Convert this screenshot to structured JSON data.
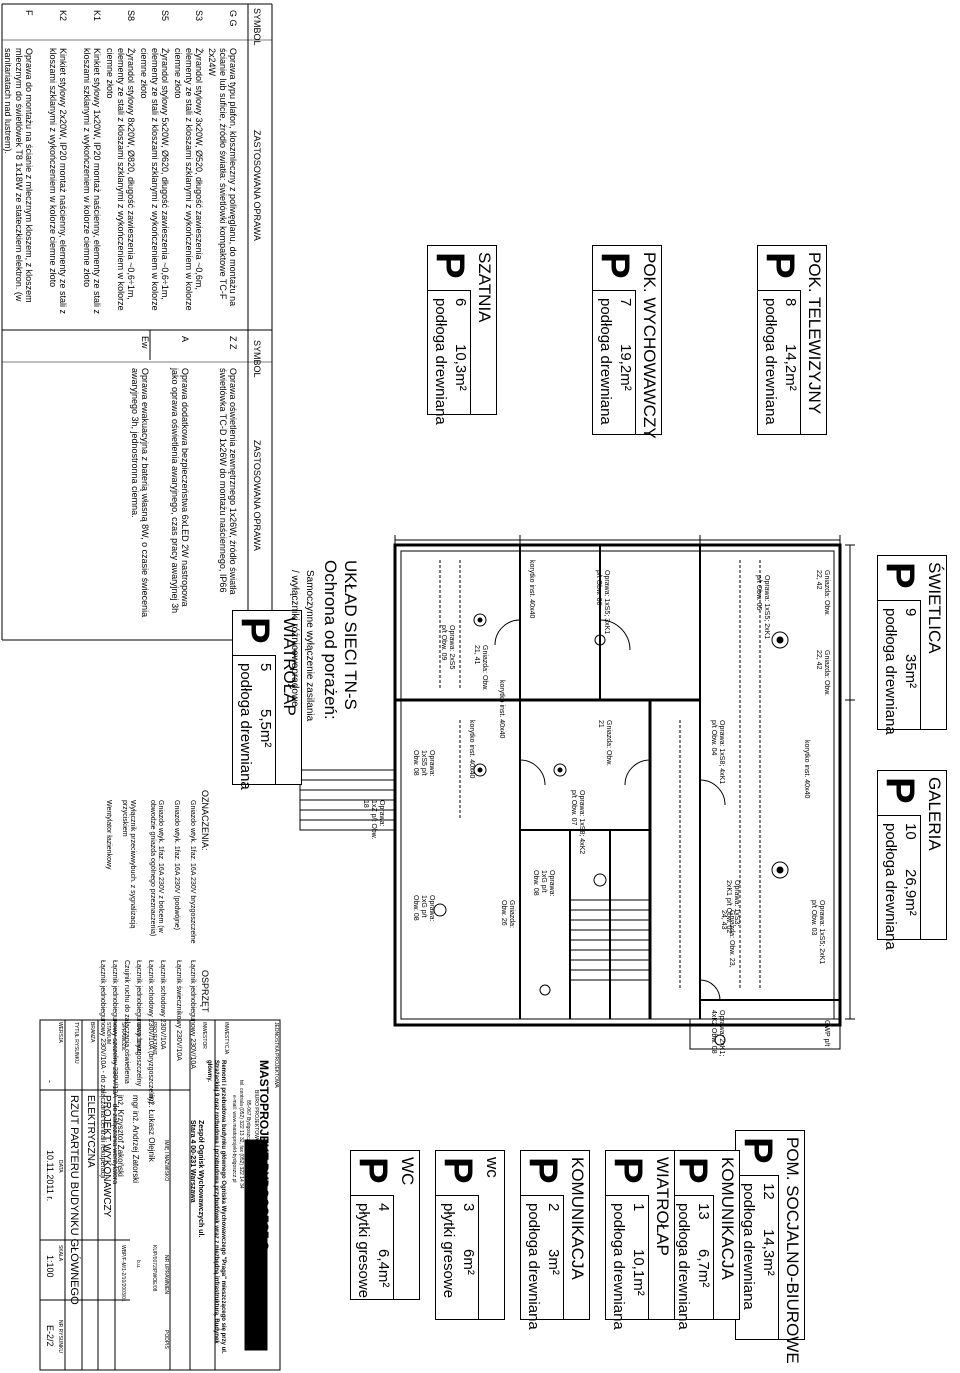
{
  "rooms": [
    {
      "name": "POK. TELEWIZYJNY",
      "number": "8",
      "area": "14,2m²",
      "floor": "podłoga drewniana"
    },
    {
      "name": "POK. WYCHOWAWCZY",
      "number": "7",
      "area": "19,2m²",
      "floor": "podłoga drewniana"
    },
    {
      "name": "SZATNIA",
      "number": "6",
      "area": "10,3m²",
      "floor": "podłoga drewniana"
    },
    {
      "name": "WIATROŁAP",
      "number": "5",
      "area": "5,5m²",
      "floor": "podłoga drewniana"
    },
    {
      "name": "ŚWIETLICA",
      "number": "9",
      "area": "35m²",
      "floor": "podłoga drewniana"
    },
    {
      "name": "GALERIA",
      "number": "10",
      "area": "26,9m²",
      "floor": "podłoga drewniana"
    },
    {
      "name": "POM. SOCJALNO-BIUROWE",
      "number": "12",
      "area": "14,3m²",
      "floor": "podłoga drewniana"
    },
    {
      "name": "KOMUNIKACJA",
      "number": "13",
      "area": "6,7m²",
      "floor": "podłoga drewniana"
    },
    {
      "name": "WIATROŁAP",
      "number": "1",
      "area": "10,1m²",
      "floor": "podłoga drewniana"
    },
    {
      "name": "KOMUNIKACJA",
      "number": "2",
      "area": "3m²",
      "floor": "podłoga drewniana"
    },
    {
      "name": "wc",
      "number": "3",
      "area": "6m²",
      "floor": "płytki gresowe"
    },
    {
      "name": "WC",
      "number": "4",
      "area": "6,4m²",
      "floor": "płytki gresowe"
    }
  ],
  "room_p": "P",
  "legend": {
    "header_symbol": "SYMBOL",
    "header_fixture": "ZASTOSOWANA OPRAWA",
    "rows": [
      {
        "symbols": "G  G",
        "text": "Oprawa typu plafon, kloszmleczny z poliwęglanu, do montażu na ścianie lub suficie, źródło światła: świetlówki kompaktowe TC-F 2x24W"
      },
      {
        "symbols": "S3",
        "text": "Żyrandol stylowy 3x20W, Ø520, długość zawieszenia ~0,6m, elementy ze stali z kloszami szklanymi z wykończeniem w kolorze ciemne złoto"
      },
      {
        "symbols": "S5",
        "text": "Żyrandol stylowy 5x20W, Ø620, długość zawieszenia ~0,6÷1m, elementy ze stali z kloszami szklanymi z wykończeniem w kolorze ciemne złoto"
      },
      {
        "symbols": "S8",
        "text": "Żyrandol stylowy 8x20W, Ø820, długość zawieszenia ~0,6÷1m, elementy ze stali z kloszami szklanymi z wykończeniem w kolorze ciemne złoto"
      },
      {
        "symbols": "K1",
        "text": "Kinkiet stylowy 1x20W, IP20 montaż naścienny, elementy ze stali z kloszami szklanymi z wykończeniem w kolorze ciemne złoto"
      },
      {
        "symbols": "K2",
        "text": "Kinkiet stylowy 2x20W, IP20 montaż naścienny, elementy ze stali z kloszami szklanymi z wykończeniem w kolorze ciemne złoto"
      },
      {
        "symbols": "F",
        "text": "Oprawa do montażu na ścianie z mlecznym kloszem, z kloszem mlecznym do świetlówek T8 1x18W ze stateczkiem elektron. (w sanitariatach nad lustrem)."
      }
    ],
    "rows2": [
      {
        "symbols": "Z  Z",
        "text": "Oprawa oświetlenia zewnętrznego 1x26W, źródło światła świetlówka TC-D 1x26W do montażu naściennego, IP66"
      },
      {
        "symbols": "A",
        "text": "Oprawa dodatkowa bezpieczeństwa 6xLED 2W nastropowa jako oprawa oświetlenia awaryjnego, czas pracy awaryjnej 3h"
      },
      {
        "symbols": "Ew",
        "text": "Oprawa ewakuacyjna z baterią własną 8W, o czasie świecenia awaryjnego 3h, jednostronna ciemna."
      }
    ]
  },
  "network": {
    "title": "UKŁAD SIECI TN-S",
    "subtitle": "Ochrona od porażeń:",
    "line1": "Samoczynne wyłączenie zasilania",
    "line2": "/ wyłączniki różnicowoprądowe",
    "designations_title": "OZNACZENIA:",
    "designations": [
      "Gniazdo wtyk. 1faz. 16A 230V bryzgoszczelne",
      "Gniazdo wtyk. 1faz. 16A 230V (podwójne)",
      "Gniazdo wtyk. 1faz. 16A 230V z bolcem (w obwodzie gniazda ogólnego przeznaczenia)",
      "Wyłącznik przeciwwybuch. z sygnalizacją przyciskiem",
      "Wentylator łazienkowy"
    ],
    "wiring_title": "OSPRZĘT",
    "wiring": [
      "Łącznik jednobiegunowy 230V/10A",
      "Łącznik świecznikowy 230V/10A",
      "Łącznik schodowy 230V/10A",
      "Łącznik schodowy 230V/10A (bryzgoszczelny)",
      "Łącznik jednobiegunowy bryzgoszczelny",
      "Czujnik ruchu do załączania oświetlenia",
      "Łącznik jednobiegunowy szczelny 230V/10A - do załączania wentylatora",
      "Łącznik jednobiegunowy 230V/10A - do załączania centrali rekuperacji"
    ]
  },
  "plan_labels": {
    "channel1": "korytko inst. 40x40",
    "channel2": "korytko inst. 40x40",
    "channel3": "korytko inst. 40x40",
    "channel4": "korytko inst. 40x40",
    "fixtures": [
      "Oprawa: 1xS5; 2xK1 p/t Obw. 05",
      "Gniazda: Obw. 22, 42",
      "Gniazda: Obw. 22, 42",
      "Oprawa: 1xS8; 4xK1 p/t Obw. 04",
      "Oprawa: 1xS5; 2xK1 p/t Obw. 03",
      "Oprawa: 1xS5; 3xK1 p/t Obw. 06",
      "Gniazda: Obw. 21",
      "Gniazda: Obw. 21, 41",
      "Oprawa: 2xS5 p/t Obw. 09",
      "Oprawa: 1xS8; 4xK2 p/t Obw. 07",
      "Oprawa: 1xS3; 2xK1 p/t Obw. 02",
      "Gniazda: Obw. 23, 24, 43",
      "Oprawa: 1xS5 p/t Obw. 08",
      "Oprawa: 1xZ p/t Obw. 18",
      "Oprawa: 1xG p/t Obw. 08",
      "Oprawa: 2xK1; 4xK2 Obw. 08",
      "GWP p/t",
      "Gniazda: Obw. 26",
      "Oprawa: 1xG p/t Obw. 08"
    ]
  },
  "title_block": {
    "office_label": "JEDNOSTKA PROJEKTOWA",
    "company": "MASTOPROJEKT BYDGOSZCZ Sp. z o.o.",
    "company_sub": "BIURO PROJEKTOWO-BADAWCZE BUDOWNICTWA OGÓLNEGO",
    "address": "85-067 Bydgoszcz, ul. Jagiellońska 13a",
    "contact": "tel. centrala (052) 322 13 32, fax (052) 322 14 34",
    "web": "e-mail: www.mastoprojekt-bydgoszcz.pl",
    "investment_label": "INWESTYCJA",
    "investment": "Remont i przebudowa budynku głównego Ogniska Wychowawczego \"Praga\" mieszczącego się przy ul. Strażackiej 9 oraz rozbudowa i przebudowa przybudówek wraz z niezbędną infrastrukturą, Budynek główny.",
    "investor_label": "INWESTOR",
    "investor": "Zespół Ognisk Wychowawczych ul. Stara 4 00-231 Warszawa",
    "col_name": "IMIĘ I NAZWISKO",
    "col_perm": "NR UPRAWNIEŃ",
    "col_sign": "PODPIS",
    "designer_label": "PROJEKTANT",
    "designer": "inż. Łukasz Olejnik",
    "designer_perm": "KUP/0072/PWOE/08",
    "drafted_label": "OPRACOWAŁ",
    "drafted": "mgr inż. Andrzej Zatorski",
    "drafted_perm": "b.u.",
    "checked_label": "SPRAWDZIŁ",
    "checked": "inż. Krzysztof Żakoński",
    "checked_perm": "WBP/F-M/1-2/10/2003/01",
    "stage_label": "STADIUM",
    "stage": "PROJEKT WYKONAWCZY",
    "branch_label": "BRANŻA",
    "branch": "ELEKTRYCZNA",
    "drawing_label": "TYTUŁ RYSUNKU",
    "drawing": "RZUT PARTERU BUDYNKU GŁÓWNEGO",
    "version_label": "WERSJA",
    "version": "-",
    "date_label": "DATA",
    "date": "10.11.2011 r.",
    "scale_label": "SKALA",
    "scale": "1:100",
    "sheet_label": "NR RYSUNKU",
    "sheet": "E-2/2"
  }
}
